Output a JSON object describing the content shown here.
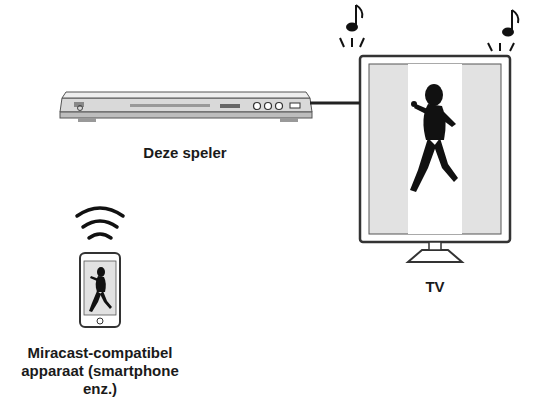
{
  "diagram": {
    "nodes": [
      {
        "text": [
          "Deze speler"
        ]
      },
      {
        "text": [
          "TV"
        ]
      },
      {
        "text": [
          "Miracast-compatibel apparaat (smartphone enz.)"
        ]
      }
    ],
    "edges": [
      {
        "from": 0,
        "to": 1,
        "arrow": "none"
      }
    ]
  }
}
